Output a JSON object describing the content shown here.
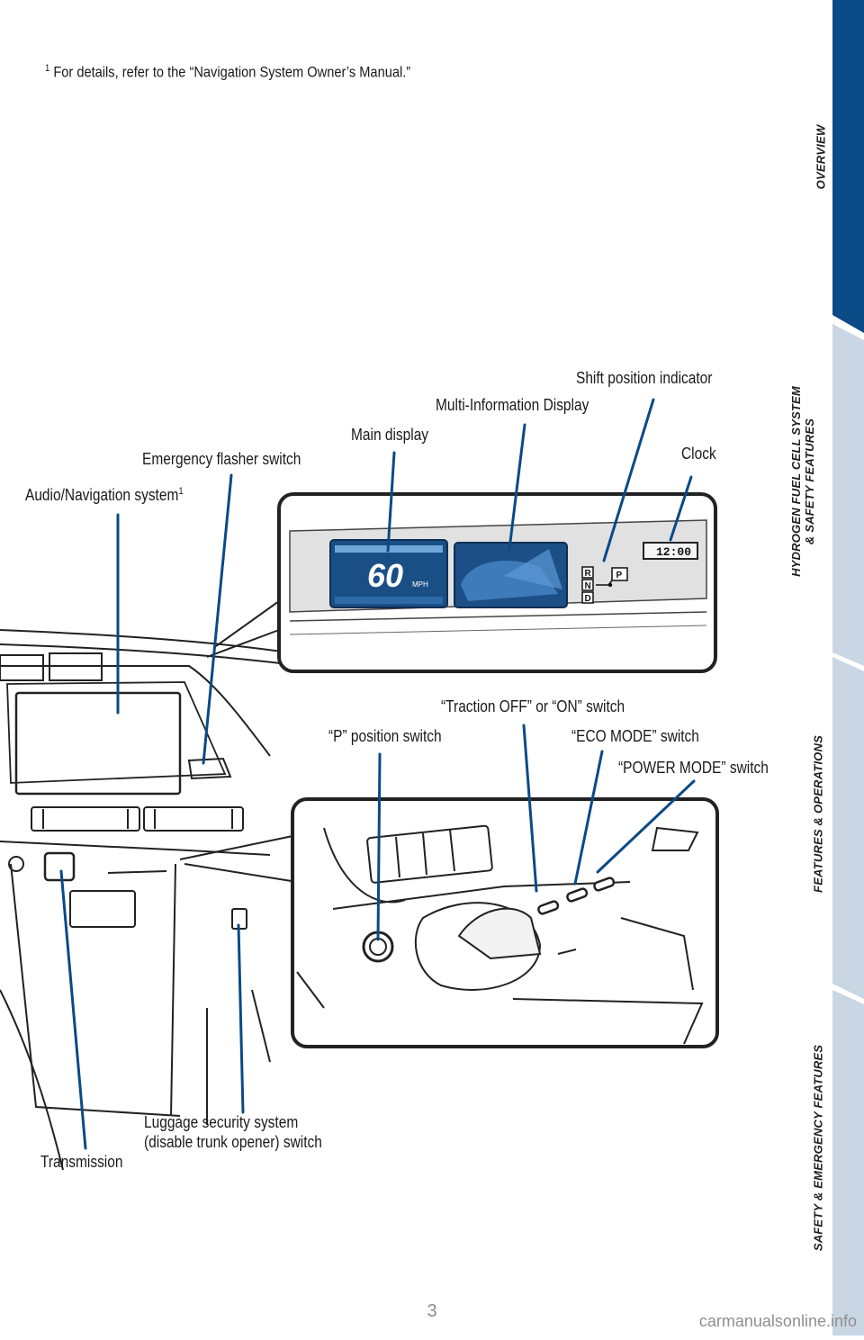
{
  "footnote": {
    "marker": "1",
    "text": "For details, refer to the “Navigation System Owner’s Manual.”"
  },
  "labels": {
    "shift_position_indicator": "Shift position indicator",
    "multi_information_display": "Multi-Information Display",
    "main_display": "Main display",
    "clock": "Clock",
    "emergency_flasher_switch": "Emergency flasher switch",
    "audio_navigation_system": "Audio/Navigation system",
    "audio_navigation_marker": "1",
    "traction_switch": "“Traction OFF” or “ON” switch",
    "p_position_switch": "“P” position switch",
    "eco_mode_switch": "“ECO MODE” switch",
    "power_mode_switch": "“POWER MODE” switch",
    "luggage_security_switch": "Luggage security system\n(disable trunk opener) switch",
    "transmission": "Transmission"
  },
  "gauge": {
    "speed": "60",
    "unit": "MPH",
    "clock": "12:00",
    "shift": [
      "R",
      "N",
      "D"
    ],
    "park": "P"
  },
  "sidebar": {
    "tabs": [
      {
        "label": "OVERVIEW",
        "active": true
      },
      {
        "label": "HYDROGEN FUEL CELL SYSTEM\n& SAFETY FEATURES",
        "active": false
      },
      {
        "label": "FEATURES & OPERATIONS",
        "active": false
      },
      {
        "label": "SAFETY & EMERGENCY FEATURES",
        "active": false
      }
    ],
    "active_color": "#0a4a86",
    "inactive_color": "#c9d6e4"
  },
  "page_number": "3",
  "watermark": "carmanualsonline.info"
}
